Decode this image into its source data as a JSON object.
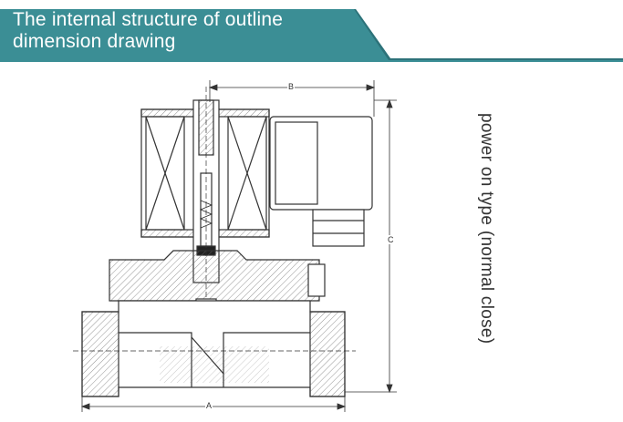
{
  "header": {
    "line1": "The internal structure of outline",
    "line2": "dimension drawing",
    "bar_color": "#3b8e95",
    "text_color": "#ffffff"
  },
  "diagram": {
    "side_label": "power on type (normal close)",
    "dimensions": {
      "a": "A",
      "b": "B",
      "c": "C"
    },
    "line_color": "#333333"
  }
}
